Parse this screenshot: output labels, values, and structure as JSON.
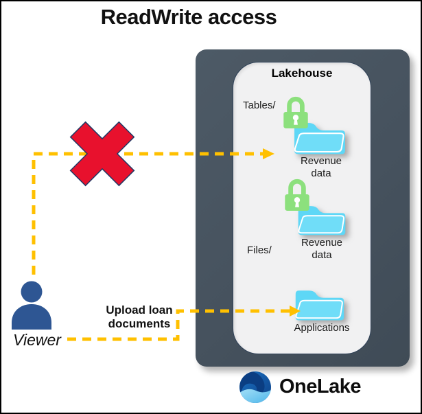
{
  "title": "ReadWrite access",
  "actor": {
    "label": "Viewer",
    "color": "#2E5693"
  },
  "flows": {
    "denied": {
      "blocked": true
    },
    "upload": {
      "label": "Upload loan documents"
    }
  },
  "arrow_color": "#FFC000",
  "denied_x_color": "#E8112D",
  "lakehouse": {
    "title": "Lakehouse",
    "sections": [
      {
        "label": "Tables/"
      },
      {
        "label": "Files/"
      }
    ],
    "folders": [
      {
        "label": "Revenue data",
        "locked": true
      },
      {
        "label": "Revenue data",
        "locked": true
      },
      {
        "label": "Applications",
        "locked": false
      }
    ],
    "lock_color": "#8CE07D",
    "folder_back_color": "#5ED7F6",
    "folder_front_color": "#70DDF8"
  },
  "container_color": "#46525F",
  "brand": {
    "name": "OneLake"
  }
}
